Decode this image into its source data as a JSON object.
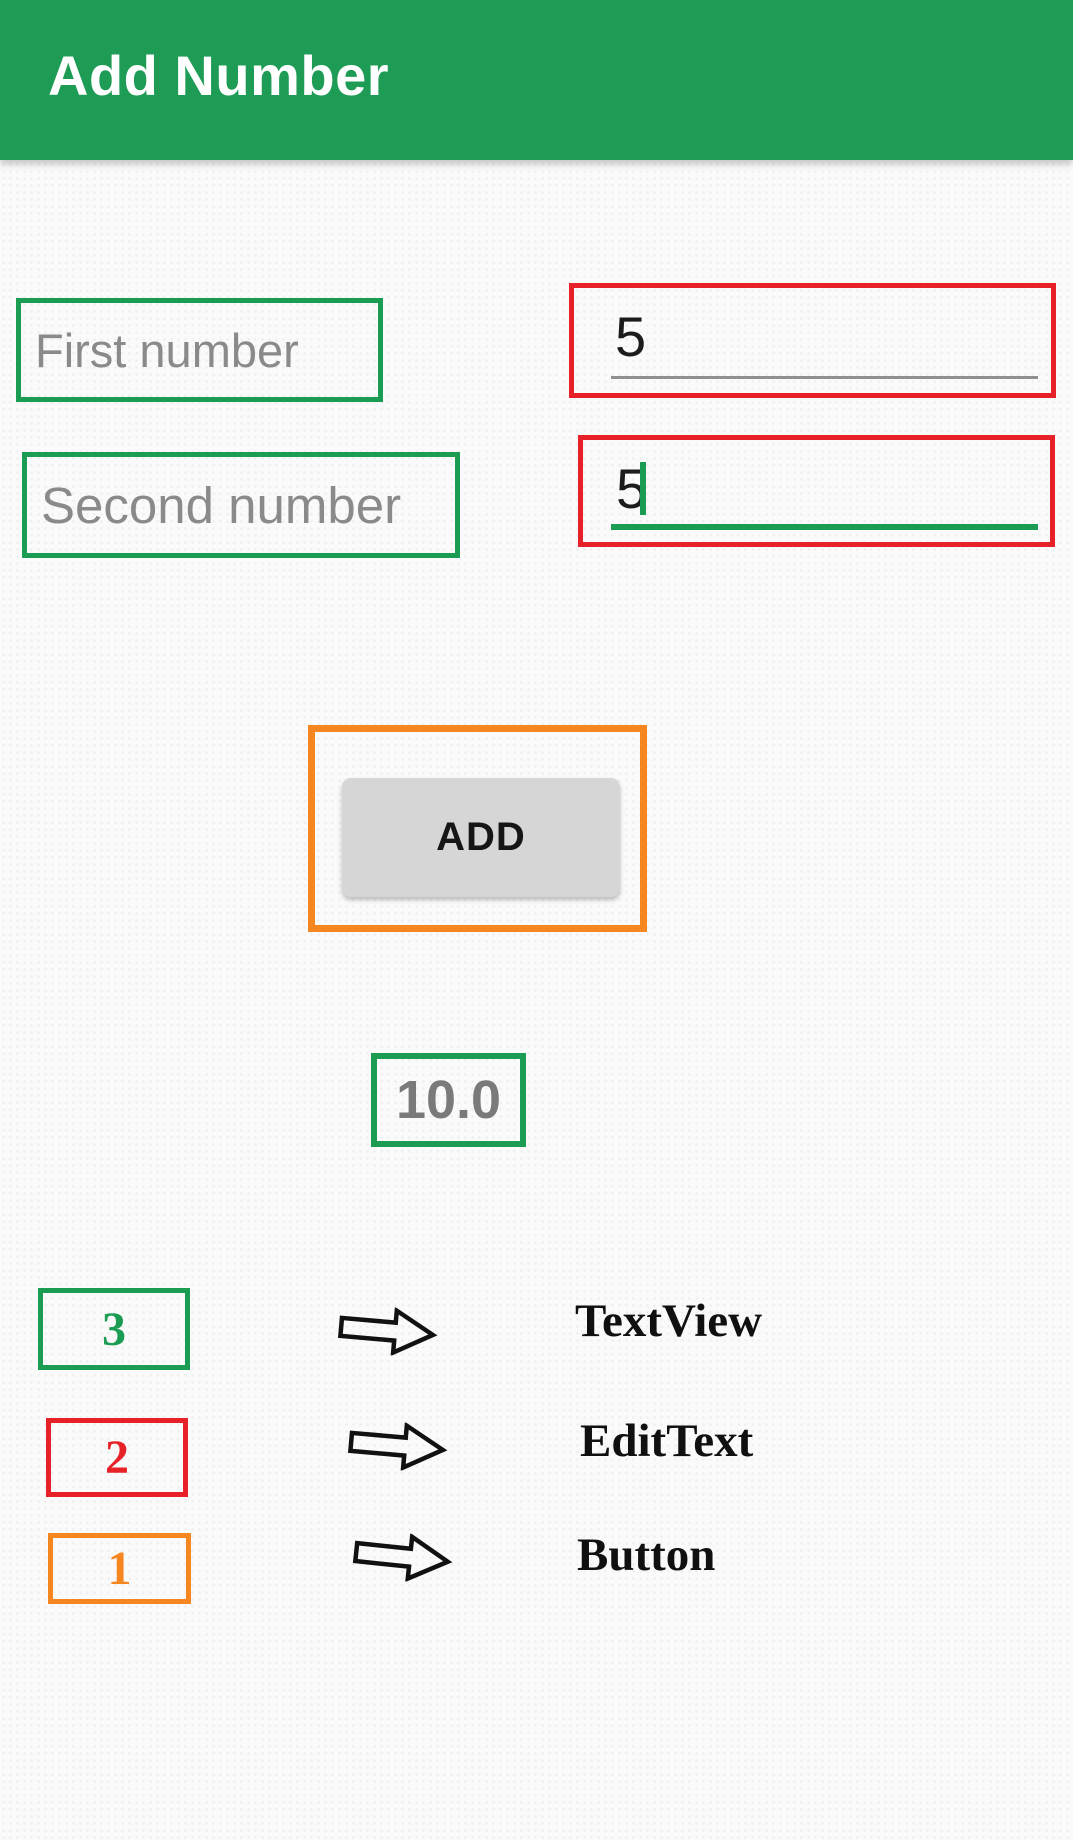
{
  "colors": {
    "appbar": "#1E9C55",
    "green": "#1B9C53",
    "red": "#E62128",
    "orange": "#F6861F",
    "button-bg": "#D6D6D6",
    "label-gray": "#8A8A8A",
    "result-gray": "#7A7A7A",
    "underline-gray": "#8F8F8F",
    "text-dark": "#1C1C1C"
  },
  "app_bar": {
    "title": "Add Number"
  },
  "form": {
    "first_label": "First number",
    "second_label": "Second number",
    "first_value": "5",
    "second_value": "5",
    "add_button_label": "ADD",
    "result_value": "10.0"
  },
  "legend": {
    "rows": [
      {
        "number": "3",
        "label": "TextView"
      },
      {
        "number": "2",
        "label": "EditText"
      },
      {
        "number": "1",
        "label": "Button"
      }
    ]
  }
}
